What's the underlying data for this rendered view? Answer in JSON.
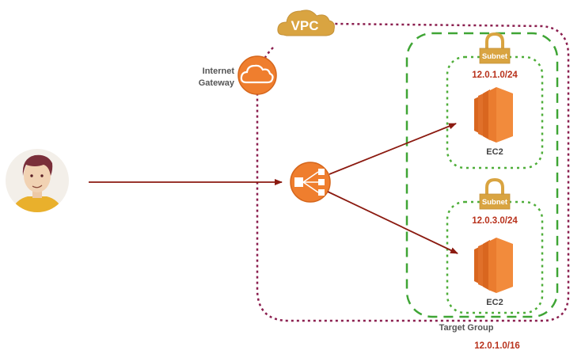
{
  "diagram": {
    "vpc": {
      "label": "VPC",
      "cidr": "12.0.1.0/16",
      "border_color": "#8b1f4f",
      "badge_color": "#d9a441"
    },
    "internet_gateway": {
      "label_line1": "Internet",
      "label_line2": "Gateway",
      "icon": "cloud-icon",
      "color": "#ef7e2e"
    },
    "user": {
      "icon": "user-avatar-icon"
    },
    "load_balancer": {
      "icon": "load-balancer-icon",
      "color": "#ef7e2e"
    },
    "target_group": {
      "label": "Target Group",
      "border_color": "#3fa535"
    },
    "subnets": [
      {
        "badge": "Subnet",
        "cidr": "12.0.1.0/24",
        "instance_label": "EC2"
      },
      {
        "badge": "Subnet",
        "cidr": "12.0.3.0/24",
        "instance_label": "EC2"
      }
    ],
    "arrow_color": "#8b1a10"
  }
}
